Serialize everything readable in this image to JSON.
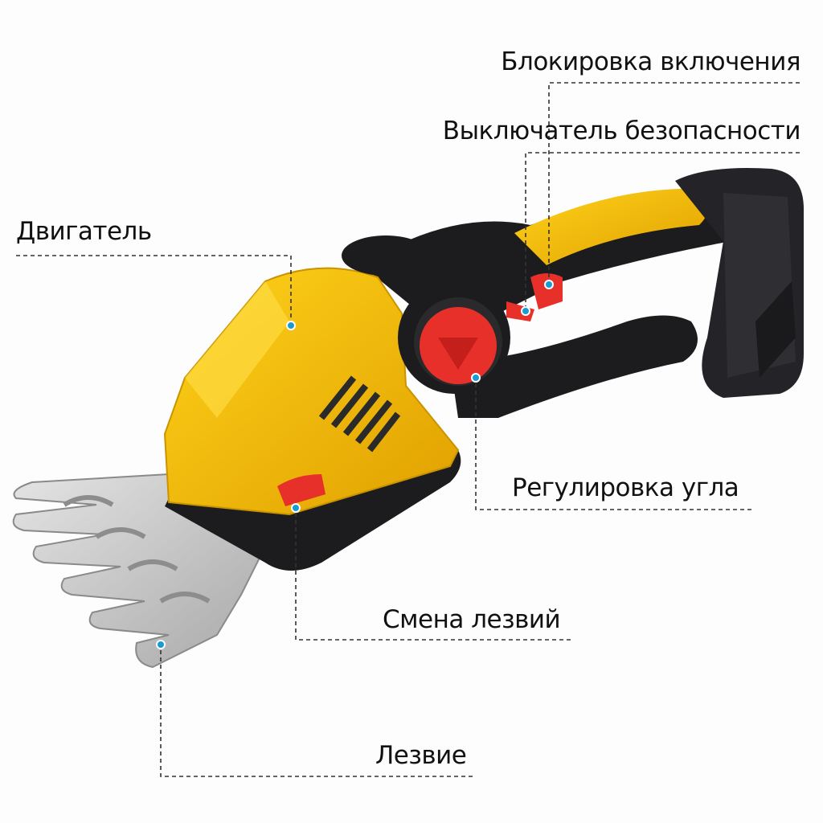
{
  "labels": {
    "switch_lock": "Блокировка включения",
    "safety_switch": "Выключатель безопасности",
    "motor": "Двигатель",
    "angle_adjust": "Регулировка угла",
    "blade_change": "Смена лезвий",
    "blade": "Лезвие"
  },
  "colors": {
    "body_yellow": "#f2b705",
    "body_black": "#1c1c1e",
    "accent_red": "#e8302a",
    "marker_blue": "#1a9bd0",
    "blade_steel": "#c8c8c8",
    "leader_line": "#333333"
  }
}
